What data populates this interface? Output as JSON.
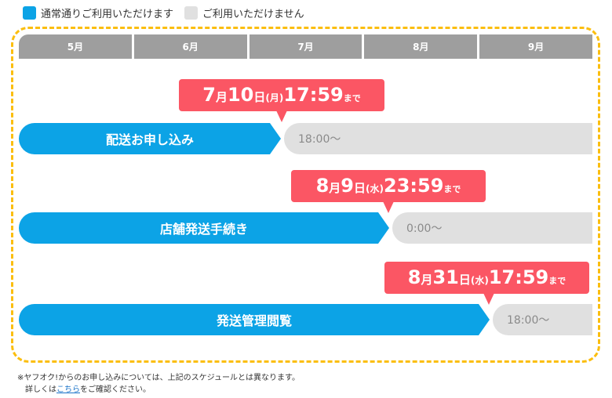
{
  "legend": [
    {
      "label": "通常通りご利用いただけます",
      "color": "#0ca3e6"
    },
    {
      "label": "ご利用いただけません",
      "color": "#e0e0e0"
    }
  ],
  "months": [
    "5月",
    "6月",
    "7月",
    "8月",
    "9月"
  ],
  "rows": [
    {
      "label": "配送お申し込み",
      "deadline": {
        "month": "7",
        "day": "10",
        "dow": "月",
        "time": "17:59",
        "suffix": "まで"
      },
      "unavailable_from": "18:00〜"
    },
    {
      "label": "店舗発送手続き",
      "deadline": {
        "month": "8",
        "day": "9",
        "dow": "水",
        "time": "23:59",
        "suffix": "まで"
      },
      "unavailable_from": "0:00〜"
    },
    {
      "label": "発送管理閲覧",
      "deadline": {
        "month": "8",
        "day": "31",
        "dow": "水",
        "time": "17:59",
        "suffix": "まで"
      },
      "unavailable_from": "18:00〜"
    }
  ],
  "note": {
    "line1": "※ヤフオク!からのお申し込みについては、上記のスケジュールとは異なります。",
    "line2_pre": "詳しくは",
    "link": "こちら",
    "line2_post": "をご確認ください。"
  },
  "labels": {
    "month_unit": "月",
    "day_unit": "日"
  }
}
